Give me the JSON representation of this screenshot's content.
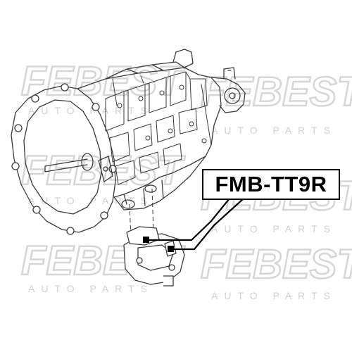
{
  "colors": {
    "watermark": "#d9d9d9",
    "line": "#3a3a3a",
    "accent": "#000000"
  },
  "watermarks": {
    "logo": "FEBEST",
    "tagline": "AUTO PARTS"
  },
  "part_label": {
    "text": "FMB-TT9R"
  }
}
